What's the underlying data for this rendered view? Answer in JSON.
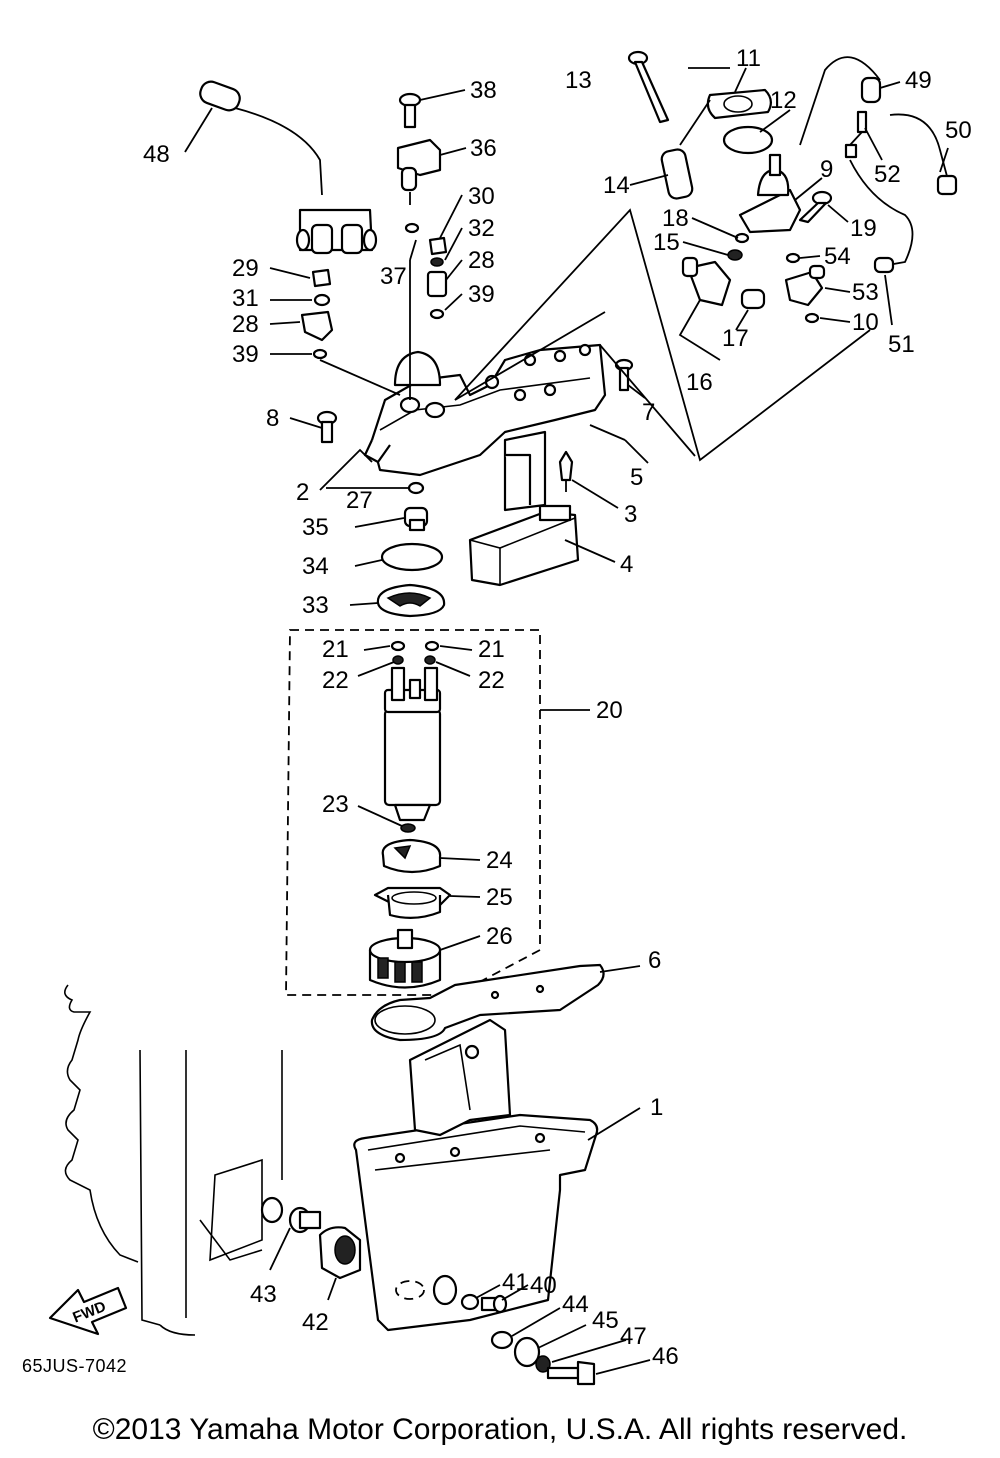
{
  "labels": {
    "p1": "1",
    "p2": "2",
    "p3": "3",
    "p4": "4",
    "p5": "5",
    "p6": "6",
    "p7": "7",
    "p8": "8",
    "p9": "9",
    "p10": "10",
    "p11": "11",
    "p12": "12",
    "p13": "13",
    "p14": "14",
    "p15": "15",
    "p16": "16",
    "p17": "17",
    "p18": "18",
    "p19": "19",
    "p20": "20",
    "p21a": "21",
    "p21b": "21",
    "p22a": "22",
    "p22b": "22",
    "p23": "23",
    "p24": "24",
    "p25": "25",
    "p26": "26",
    "p27": "27",
    "p28a": "28",
    "p28b": "28",
    "p29": "29",
    "p30": "30",
    "p31": "31",
    "p32": "32",
    "p33": "33",
    "p34": "34",
    "p35": "35",
    "p36": "36",
    "p37": "37",
    "p38": "38",
    "p39a": "39",
    "p39b": "39",
    "p40": "40",
    "p41": "41",
    "p42": "42",
    "p43": "43",
    "p44": "44",
    "p45": "45",
    "p46": "46",
    "p47": "47",
    "p48": "48",
    "p49": "49",
    "p50": "50",
    "p51": "51",
    "p52": "52",
    "p53": "53",
    "p54": "54"
  },
  "fwd_label": "FWD",
  "diagram_code": "65JUS-7042",
  "copyright": "©2013 Yamaha Motor Corporation, U.S.A. All rights reserved.",
  "colors": {
    "ink": "#000000",
    "paper": "#ffffff"
  }
}
